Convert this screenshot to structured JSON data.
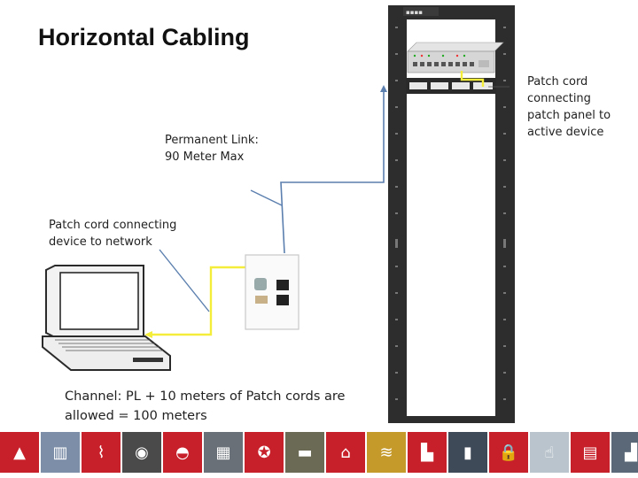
{
  "title": "Horizontal Cabling",
  "labels": {
    "permanent_link": "Permanent Link:\n90 Meter Max",
    "patch_cord_network": "Patch cord connecting\ndevice to network",
    "patch_cord_panel": "Patch cord\nconnecting\npatch panel to\nactive device",
    "channel": "Channel:  PL + 10 meters of Patch cords are\nallowed = 100 meters"
  },
  "colors": {
    "cable_blue": "#5b7fae",
    "patch_yellow": "#f4ee3a",
    "rack_dark": "#2d2d2d",
    "footer_red": "#c8202a"
  },
  "footer_icons": [
    "c-logo-icon",
    "bar-pattern-icon",
    "radio-tower-icon",
    "camera-icon",
    "hard-hat-icon",
    "grid-image-icon",
    "star-emblem-icon",
    "tank-image-icon",
    "home-icon",
    "cables-image-icon",
    "factory-icon",
    "city-image-icon",
    "lock-icon",
    "touch-panel-icon",
    "building-icon",
    "skyline-image-icon"
  ]
}
